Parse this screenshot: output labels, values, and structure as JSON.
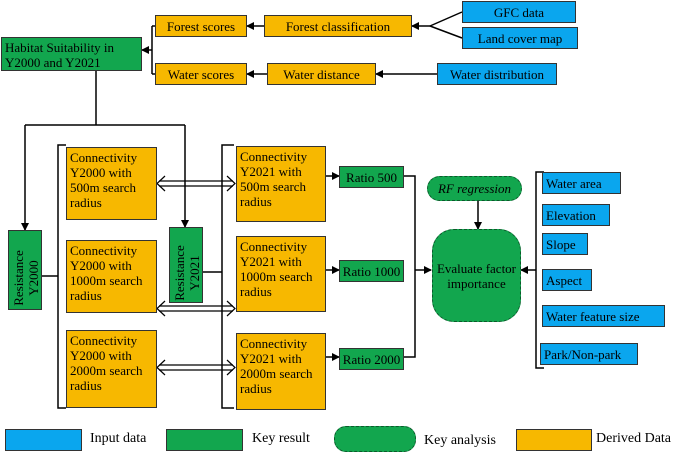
{
  "nodes": {
    "gfc": "GFC data",
    "landcover": "Land cover map",
    "water_dist_input": "Water distribution",
    "forest_class": "Forest classification",
    "forest_scores": "Forest scores",
    "water_distance": "Water distance",
    "water_scores": "Water scores",
    "habitat": "Habitat Suitability in Y2000 and Y2021",
    "resistance2000": "Resistance Y2000",
    "resistance2021": "Resistance Y2021",
    "conn2000_500": "Connectivity Y2000 with 500m search radius",
    "conn2000_1000": "Connectivity Y2000 with 1000m search radius",
    "conn2000_2000": "Connectivity Y2000 with 2000m search radius",
    "conn2021_500": "Connectivity Y2021 with 500m search radius",
    "conn2021_1000": "Connectivity Y2021 with 1000m search radius",
    "conn2021_2000": "Connectivity Y2021 with 2000m search radius",
    "ratio500": "Ratio 500",
    "ratio1000": "Ratio 1000",
    "ratio2000": "Ratio 2000",
    "rf": "RF regression",
    "evaluate": "Evaluate factor importance",
    "water_area": "Water area",
    "elevation": "Elevation",
    "slope": "Slope",
    "aspect": "Aspect",
    "water_feature": "Water feature size",
    "park": "Park/Non-park"
  },
  "legend": {
    "input": "Input data",
    "key_result": "Key result",
    "key_analysis": "Key analysis",
    "derived": "Derived Data"
  },
  "colors": {
    "input": "#0aa6ee",
    "key_result": "#12a64e",
    "derived": "#f7b800"
  }
}
